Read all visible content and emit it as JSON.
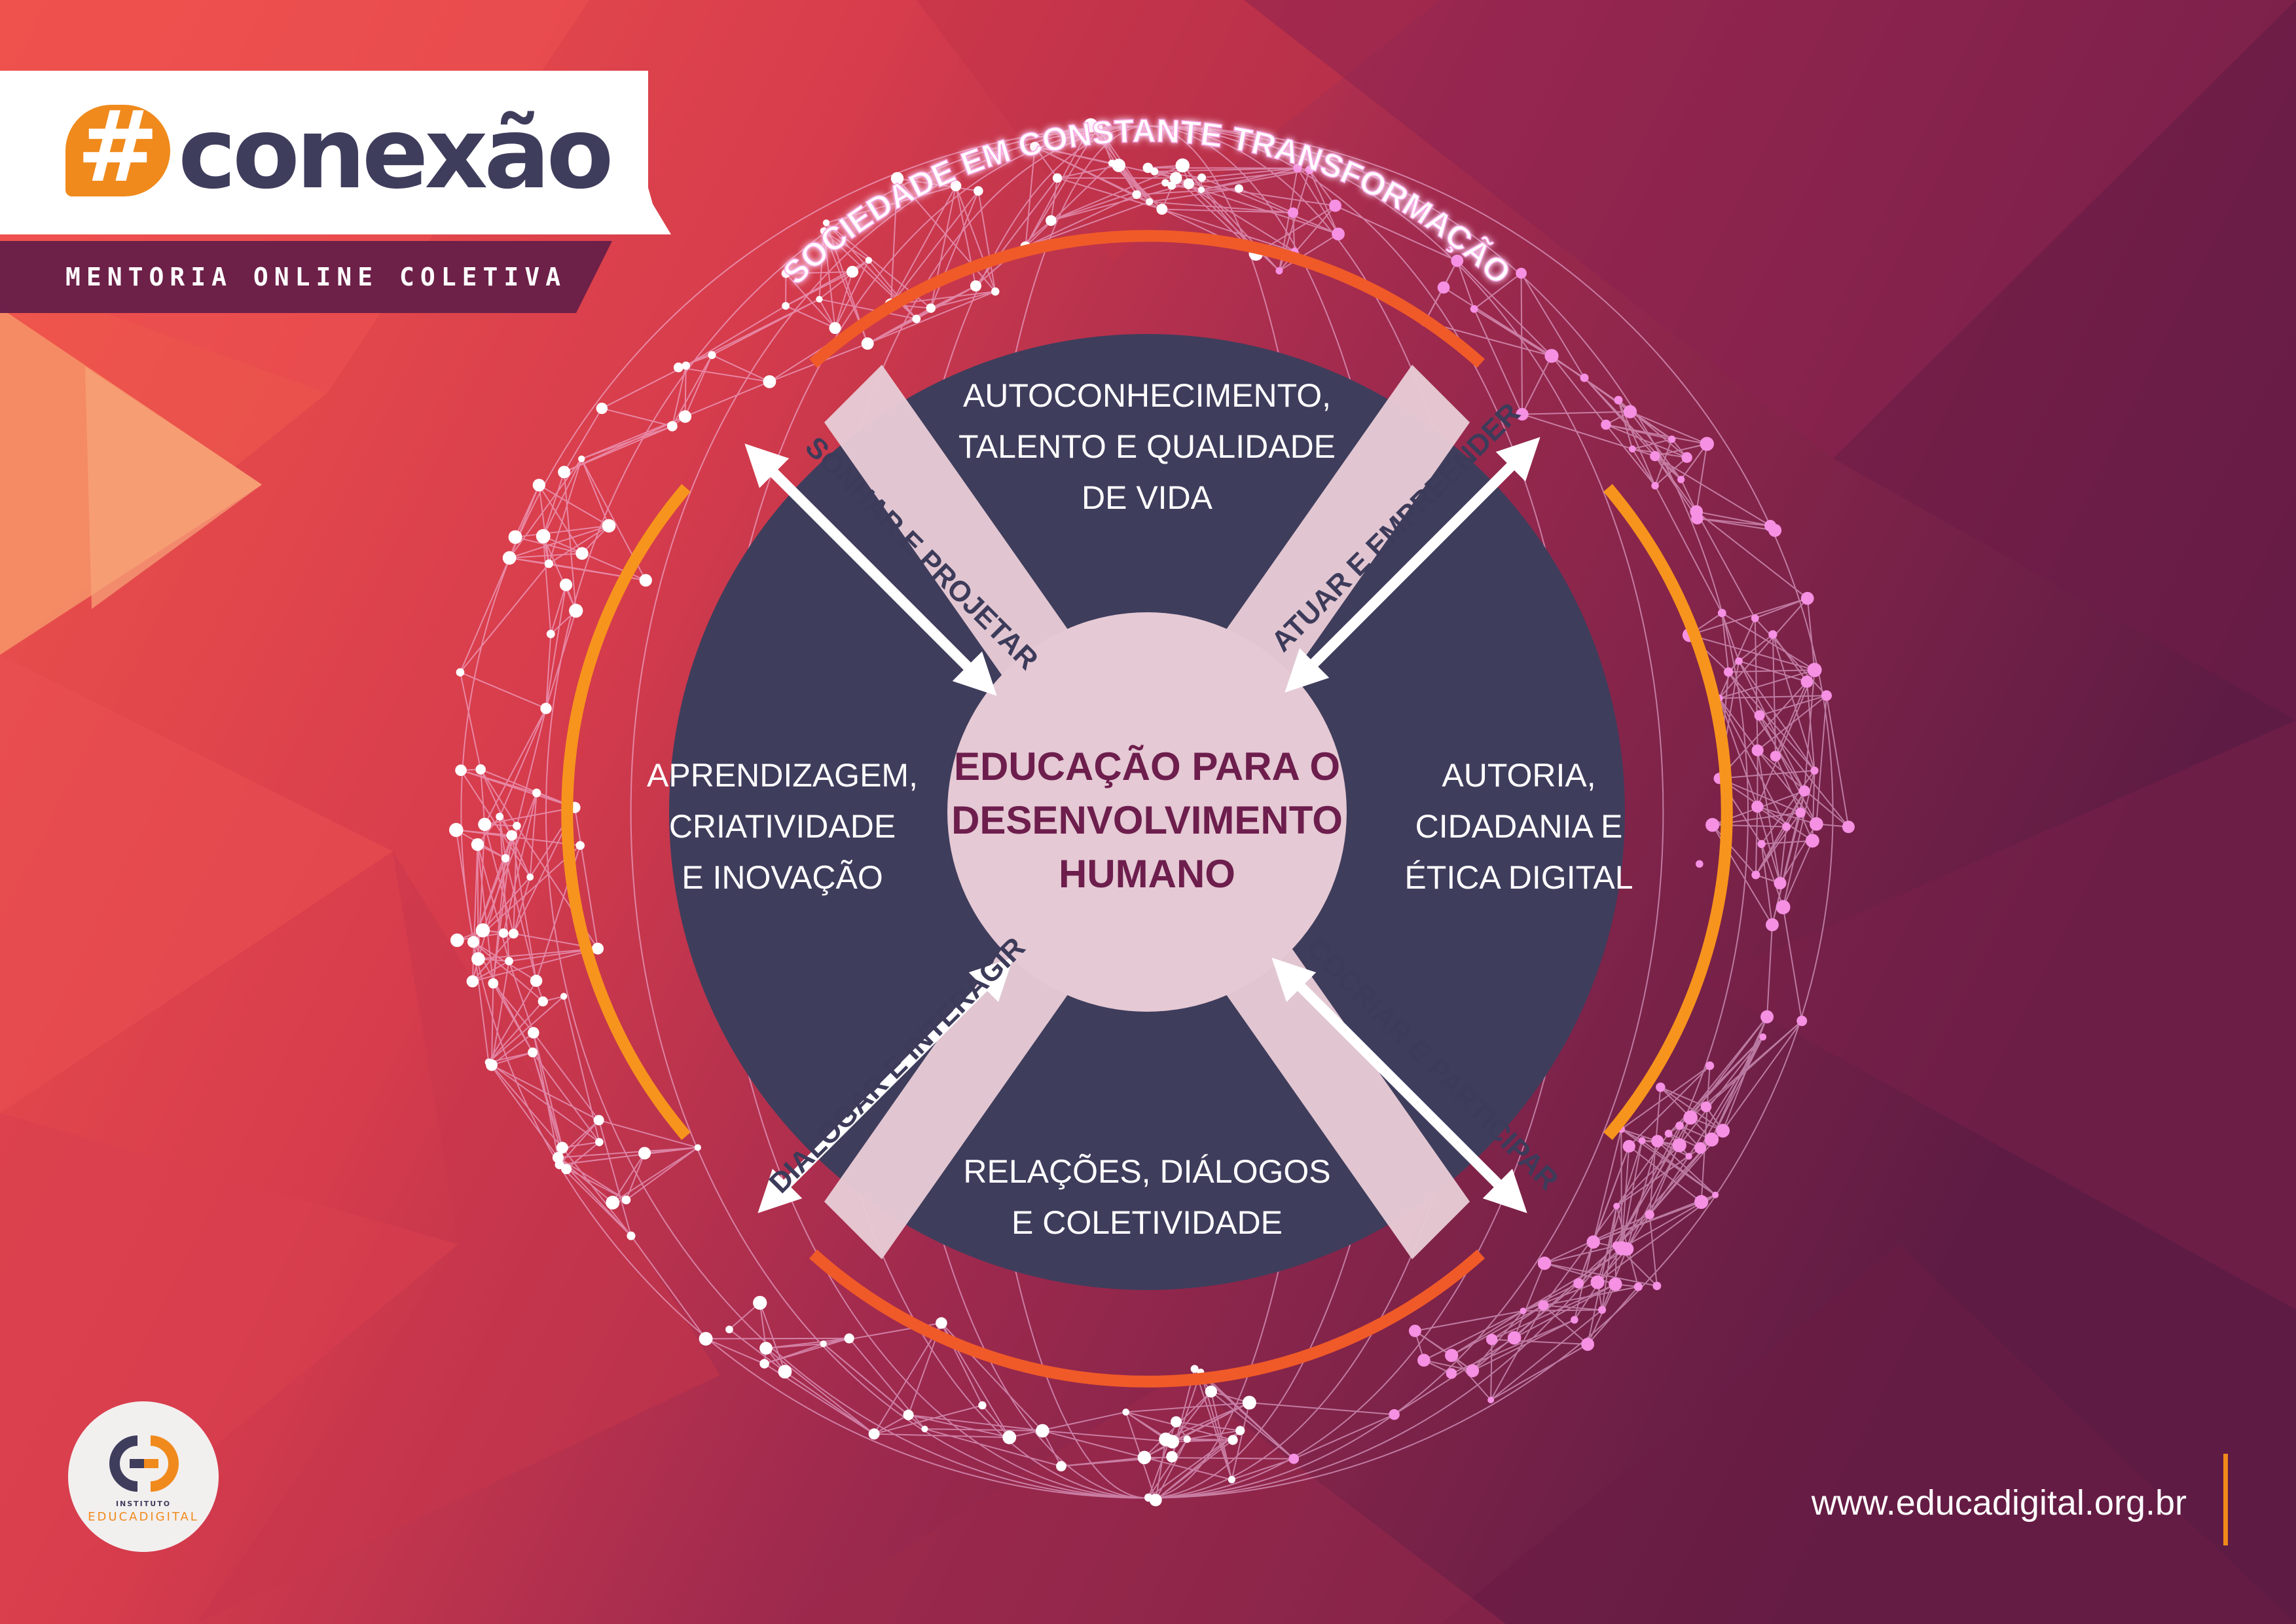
{
  "brand": {
    "hash": "#",
    "word": "conexão",
    "subtitle": "MENTORIA ONLINE COLETIVA"
  },
  "arc_title": "SOCIEDADE EM CONSTANTE TRANSFORMAÇÃO",
  "center": {
    "lines": [
      "EDUCAÇÃO  PARA O",
      "DESENVOLVIMENTO",
      "HUMANO"
    ]
  },
  "sectors": {
    "top": [
      "AUTOCONHECIMENTO,",
      "TALENTO E QUALIDADE",
      "DE VIDA"
    ],
    "left": [
      "APRENDIZAGEM,",
      "CRIATIVIDADE",
      "E INOVAÇÃO"
    ],
    "right": [
      "AUTORIA,",
      "CIDADANIA E",
      "ÉTICA DIGITAL"
    ],
    "bottom": [
      "RELAÇÕES, DIÁLOGOS",
      "E COLETIVIDADE"
    ]
  },
  "arrows": {
    "top_left": "SONHAR E PROJETAR",
    "top_right": "ATUAR E EMPREENDER",
    "bottom_left": "DIALOGAR E INTERAGIR",
    "bottom_right": "COCRIAR E PARTICIPAR"
  },
  "footer": {
    "badge_top": "INSTITUTO",
    "badge_bottom": "EDUCADIGITAL",
    "url": "www.educadigital.org.br"
  },
  "colors": {
    "navy": "#3f3d5c",
    "orange": "#f7941d",
    "red_orange": "#f05a28",
    "plum": "#6d2048",
    "pink": "#f8a2e6",
    "light": "#e8ccd6"
  }
}
